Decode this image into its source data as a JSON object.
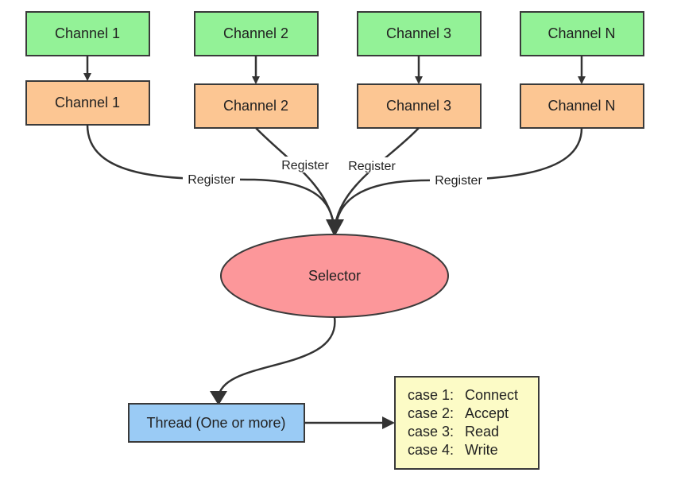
{
  "colors": {
    "green": "#93f297",
    "orange": "#fcc693",
    "selector": "#fc979a",
    "thread": "#9acbf5",
    "cases": "#fcfbc6",
    "stroke": "#3a3a3a",
    "edge": "#333333"
  },
  "top_channels": [
    {
      "label": "Channel 1"
    },
    {
      "label": "Channel 2"
    },
    {
      "label": "Channel 3"
    },
    {
      "label": "Channel N"
    }
  ],
  "registered_channels": [
    {
      "label": "Channel 1"
    },
    {
      "label": "Channel 2"
    },
    {
      "label": "Channel 3"
    },
    {
      "label": "Channel N"
    }
  ],
  "register_labels": [
    "Register",
    "Register",
    "Register",
    "Register"
  ],
  "selector": {
    "label": "Selector"
  },
  "thread": {
    "label": "Thread (One or more)"
  },
  "cases": [
    {
      "label": "case 1:",
      "value": "Connect"
    },
    {
      "label": "case 2:",
      "value": "Accept"
    },
    {
      "label": "case 3:",
      "value": "Read"
    },
    {
      "label": "case 4:",
      "value": "Write"
    }
  ]
}
